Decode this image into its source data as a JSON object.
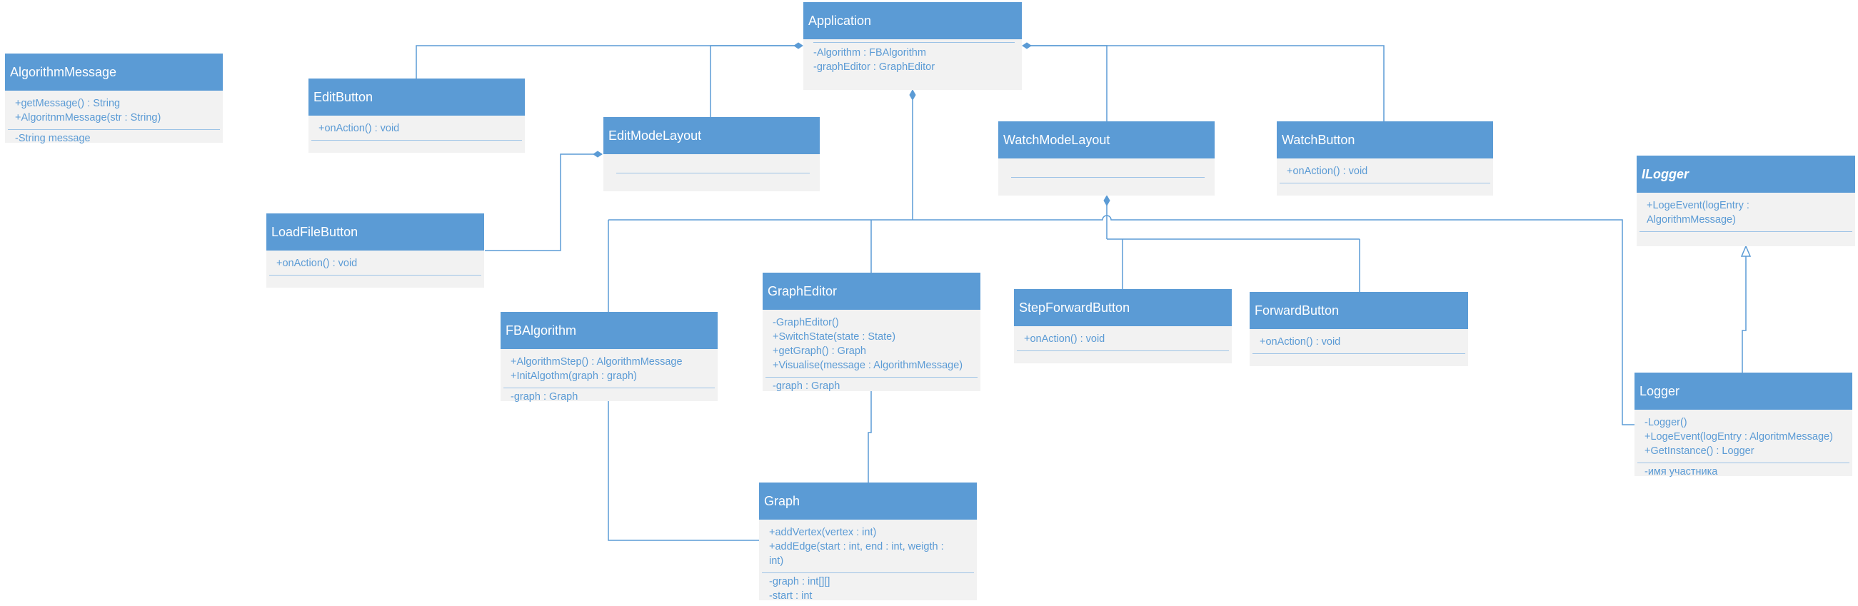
{
  "classes": {
    "algorithm_message": {
      "name": "AlgorithmMessage",
      "methods": [
        "+getMessage() : String",
        "+AlgoritnmMessage(str : String)"
      ],
      "fields": [
        "-String message"
      ]
    },
    "application": {
      "name": "Application",
      "fields": [
        "-Algorithm : FBAlgorithm",
        "-graphEditor : GraphEditor"
      ]
    },
    "edit_button": {
      "name": "EditButton",
      "methods": [
        "+onAction() : void"
      ]
    },
    "edit_mode_layout": {
      "name": "EditModeLayout"
    },
    "watch_mode_layout": {
      "name": "WatchModeLayout"
    },
    "watch_button": {
      "name": "WatchButton",
      "methods": [
        "+onAction() : void"
      ]
    },
    "ilogger": {
      "name": "ILogger",
      "methods": [
        "+LogeEvent(logEntry :",
        "AlgorithmMessage)"
      ]
    },
    "load_file_button": {
      "name": "LoadFileButton",
      "methods": [
        "+onAction() : void"
      ]
    },
    "fb_algorithm": {
      "name": "FBAlgorithm",
      "methods": [
        "+AlgorithmStep() : AlgorithmMessage",
        "+InitAlgothm(graph : graph)"
      ],
      "fields": [
        "-graph : Graph"
      ]
    },
    "graph_editor": {
      "name": "GraphEditor",
      "methods": [
        "-GraphEditor()",
        "+SwitchState(state : State)",
        "+getGraph() : Graph",
        "+Visualise(message : AlgorithmMessage)"
      ],
      "fields": [
        "-graph : Graph"
      ]
    },
    "step_forward_button": {
      "name": "StepForwardButton",
      "methods": [
        "+onAction() : void"
      ]
    },
    "forward_button": {
      "name": "ForwardButton",
      "methods": [
        "+onAction() : void"
      ]
    },
    "logger": {
      "name": "Logger",
      "methods": [
        "-Logger()",
        "+LogeEvent(logEntry : AlgoritmMessage)",
        "+GetInstance() : Logger"
      ],
      "fields": [
        "-имя участника"
      ]
    },
    "graph": {
      "name": "Graph",
      "methods": [
        "+addVertex(vertex : int)",
        "+addEdge(start : int, end : int, weigth :",
        "int)"
      ],
      "fields": [
        "-graph : int[][]",
        "-start : int"
      ]
    }
  },
  "colors": {
    "header": "#5b9bd5",
    "body": "#f2f2f2",
    "member_text": "#5b9bd5",
    "line": "#5b9bd5"
  }
}
